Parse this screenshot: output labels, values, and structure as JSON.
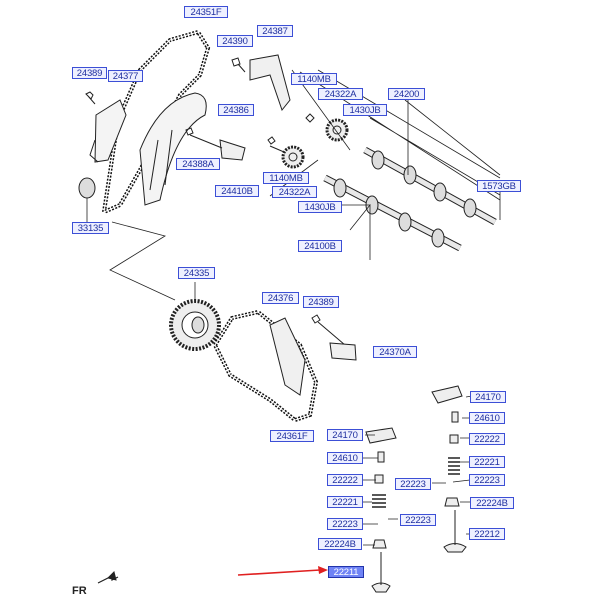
{
  "labels": {
    "l24351F": "24351F",
    "l24387": "24387",
    "l24390": "24390",
    "l24389a": "24389",
    "l24377": "24377",
    "l1140MBa": "1140MB",
    "l24322Aa": "24322A",
    "l24200": "24200",
    "l1430JBa": "1430JB",
    "l24386": "24386",
    "l24388A": "24388A",
    "l24410B": "24410B",
    "l1140MBb": "1140MB",
    "l24322Ab": "24322A",
    "l1573GB": "1573GB",
    "l1430JBb": "1430JB",
    "l33135": "33135",
    "l24100B": "24100B",
    "l24335": "24335",
    "l24376": "24376",
    "l24389b": "24389",
    "l24370A": "24370A",
    "l24170a": "24170",
    "l24610a": "24610",
    "l22222a": "22222",
    "l24170b": "24170",
    "l24610b": "24610",
    "l22221a": "22221",
    "l22222b": "22222",
    "l22223a": "22223",
    "l22223b": "22223",
    "l22224Ba": "22224B",
    "l22221b": "22221",
    "l22212": "22212",
    "l22223c": "22223",
    "l22223d": "22223",
    "l22224Bb": "22224B",
    "l22211": "22211",
    "l24361F": "24361F"
  },
  "footer": {
    "fr": "FR"
  },
  "colors": {
    "label_border": "#3c4fd6",
    "label_text": "#1f2f9f",
    "highlight": "#6f83f5",
    "arrow": "#e02020"
  },
  "highlighted_part": "22211"
}
